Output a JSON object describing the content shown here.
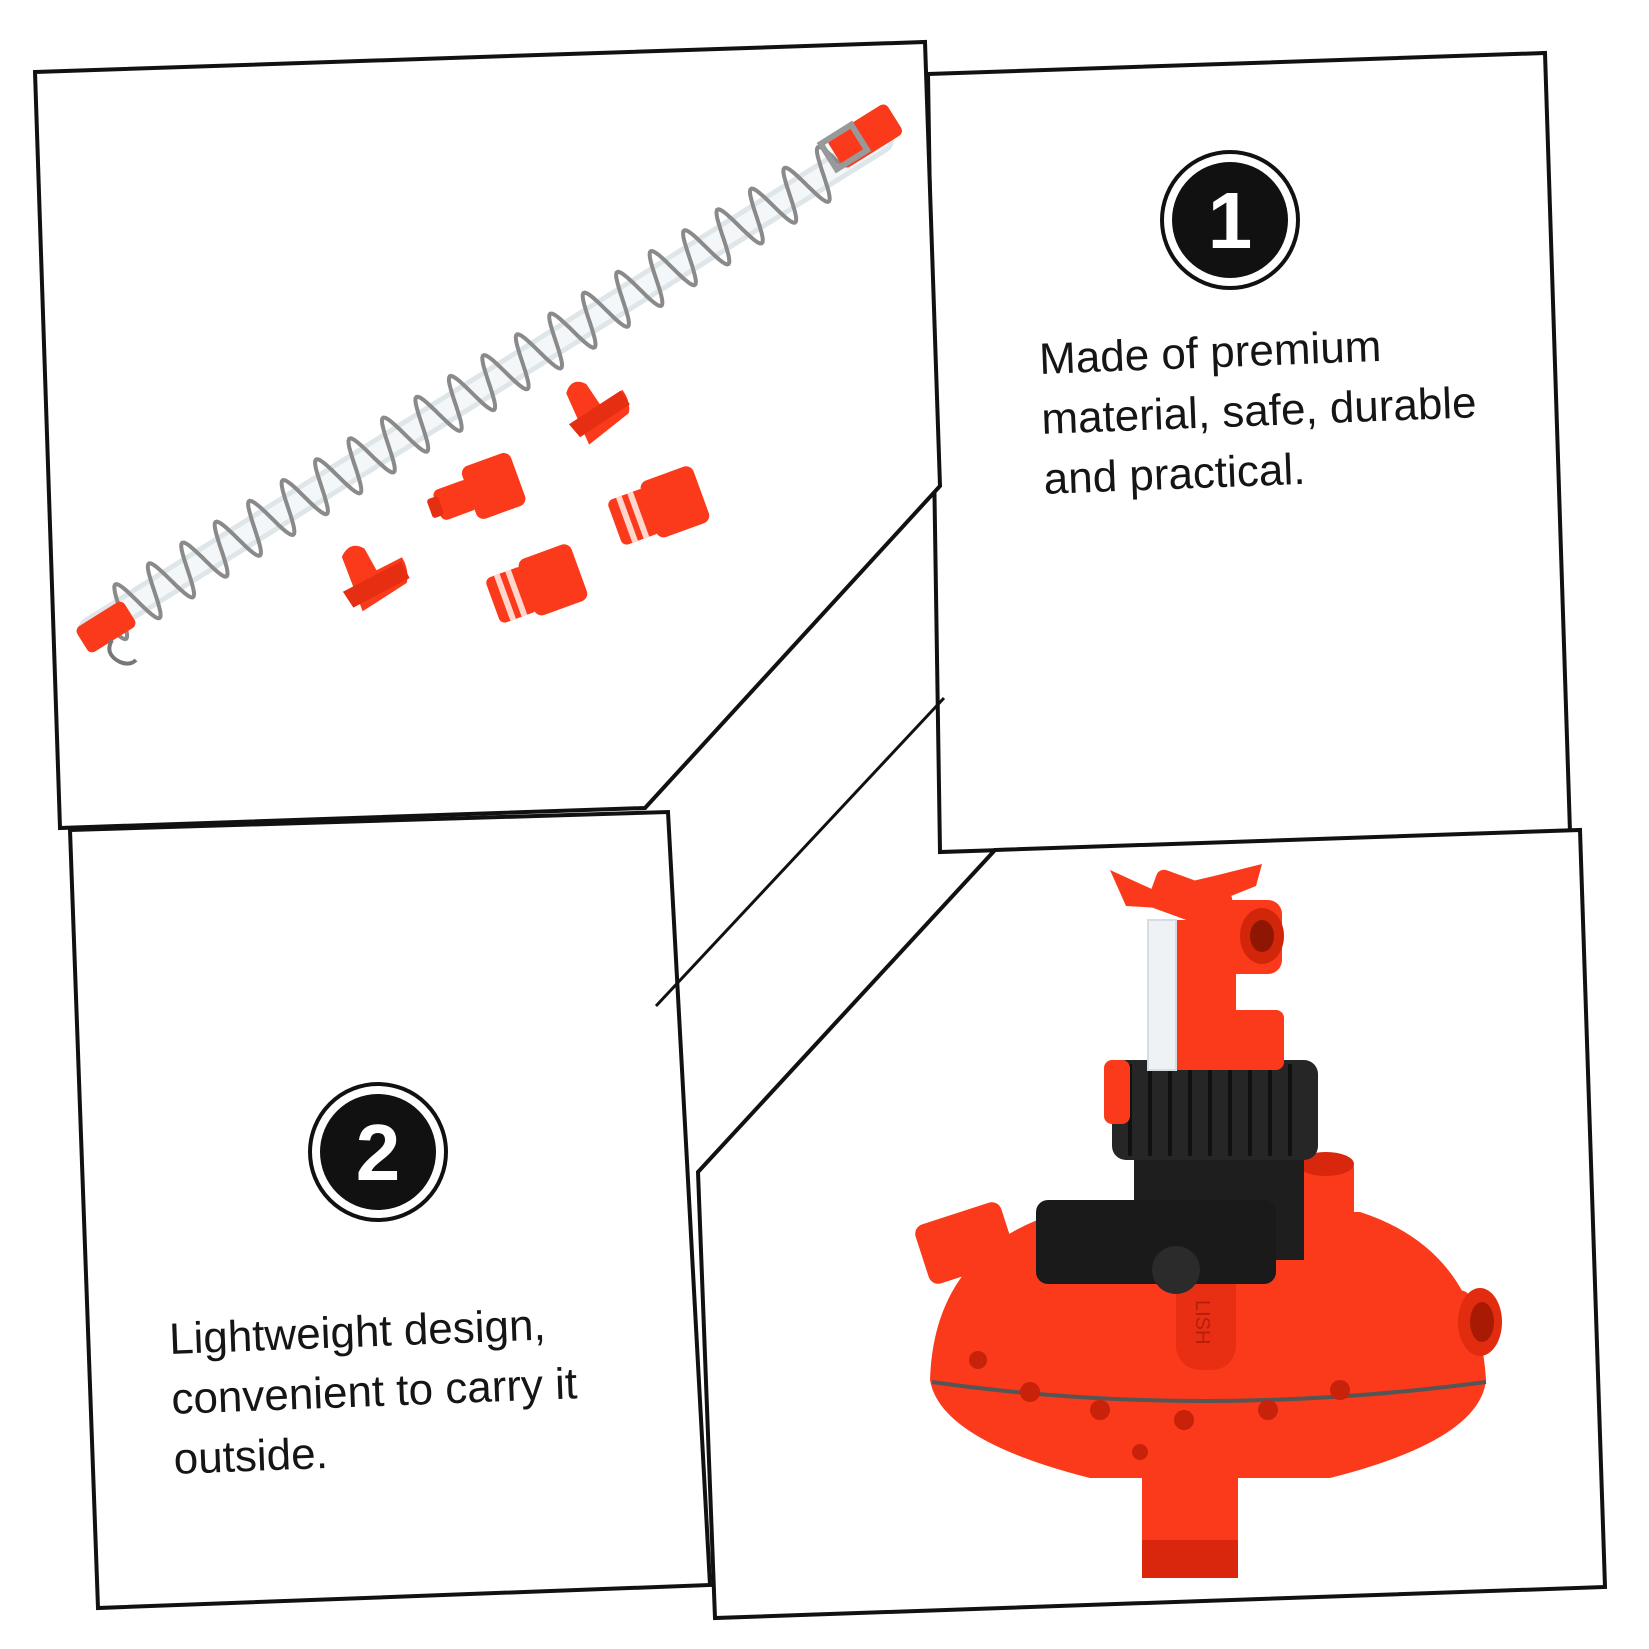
{
  "features": [
    {
      "number": "1",
      "lines": [
        "Made of premium",
        "material, safe, durable",
        "and practical."
      ]
    },
    {
      "number": "2",
      "lines": [
        "Lightweight design,",
        "convenient to carry it",
        "outside."
      ]
    }
  ],
  "colors": {
    "product_red": "#fa3a1a",
    "dark_red": "#c8220a",
    "valve_black": "#1e1e1e",
    "frame_stroke": "#111111",
    "spring_gray": "#8a8a8a"
  },
  "icons": [
    "tube-with-spring",
    "fitting-parts",
    "regulator-valve"
  ]
}
